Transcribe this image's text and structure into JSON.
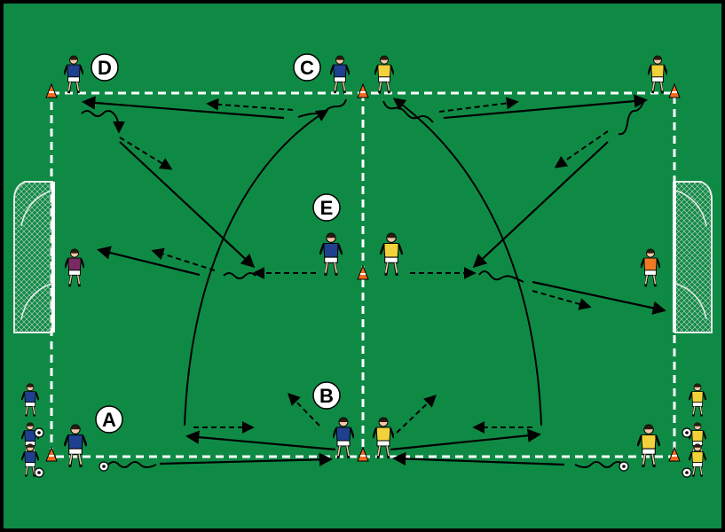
{
  "labels": {
    "a": "A",
    "b": "B",
    "c": "C",
    "d": "D",
    "e": "E"
  },
  "colors": {
    "pitch": "#0f8a45",
    "border": "#000000",
    "lines": "#ffffff",
    "arrows": "#000000",
    "team_blue": "#1f3f8f",
    "team_yellow": "#f2d23a",
    "goalkeeper_purple": "#7a2a63",
    "goalkeeper_orange": "#f07a24",
    "cone": "#f26a1b"
  },
  "icons": [
    "cone-icon",
    "goal-icon",
    "player-icon",
    "ball-icon"
  ]
}
